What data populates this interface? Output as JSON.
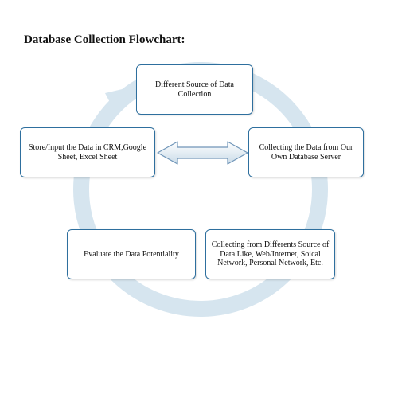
{
  "title": "Database Collection Flowchart:",
  "boxes": [
    {
      "id": "box-1",
      "text": "Different Source of Data Collection"
    },
    {
      "id": "box-2",
      "text": "Collecting the Data from Our Own Database Server"
    },
    {
      "id": "box-3",
      "text": "Collecting from Differents Source of Data Like, Web/Internet, Soical Network, Personal Network, Etc."
    },
    {
      "id": "box-4",
      "text": "Evaluate the Data Potentiality"
    },
    {
      "id": "box-5",
      "text": "Store/Input the Data in CRM,Google Sheet, Excel Sheet"
    }
  ],
  "colors": {
    "ring": "#d6e5ef",
    "box_border": "#2e6f9e",
    "arrow_fill_light": "#ffffff",
    "arrow_fill_dark": "#c9dbe8",
    "arrow_stroke": "#6f95b8"
  }
}
